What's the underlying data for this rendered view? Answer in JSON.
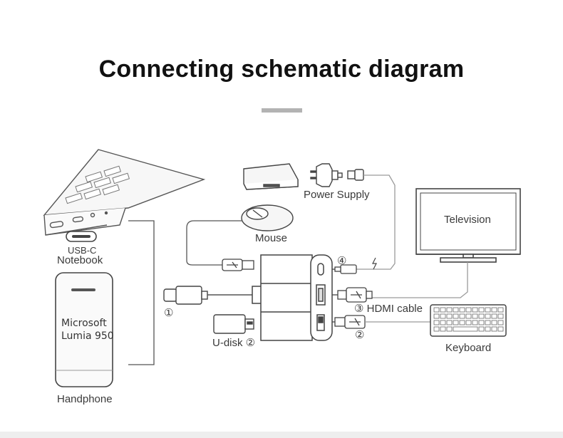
{
  "title": "Connecting schematic diagram",
  "labels": {
    "usb_c": "USB-C",
    "notebook": "Notebook",
    "phone_line1": "Microsoft",
    "phone_line2": "Lumia 950",
    "handphone": "Handphone",
    "power_supply": "Power Supply",
    "mouse": "Mouse",
    "television": "Television",
    "hdmi_cable": "③ HDMI cable",
    "keyboard": "Keyboard",
    "udisk": "U-disk ②",
    "marker_1": "①",
    "marker_2": "②",
    "marker_4": "④"
  },
  "colors": {
    "line": "#555555",
    "light_line": "#9a9a9a",
    "accent_bar": "#b3b3b3"
  },
  "icons": [
    "laptop-icon",
    "phone-icon",
    "tv-box-icon",
    "power-plug-icon",
    "mouse-icon",
    "television-icon",
    "keyboard-icon",
    "usb-drive-icon",
    "hub-icon",
    "usb-c-plug-icon",
    "hdmi-plug-icon",
    "usb-plug-icon"
  ]
}
